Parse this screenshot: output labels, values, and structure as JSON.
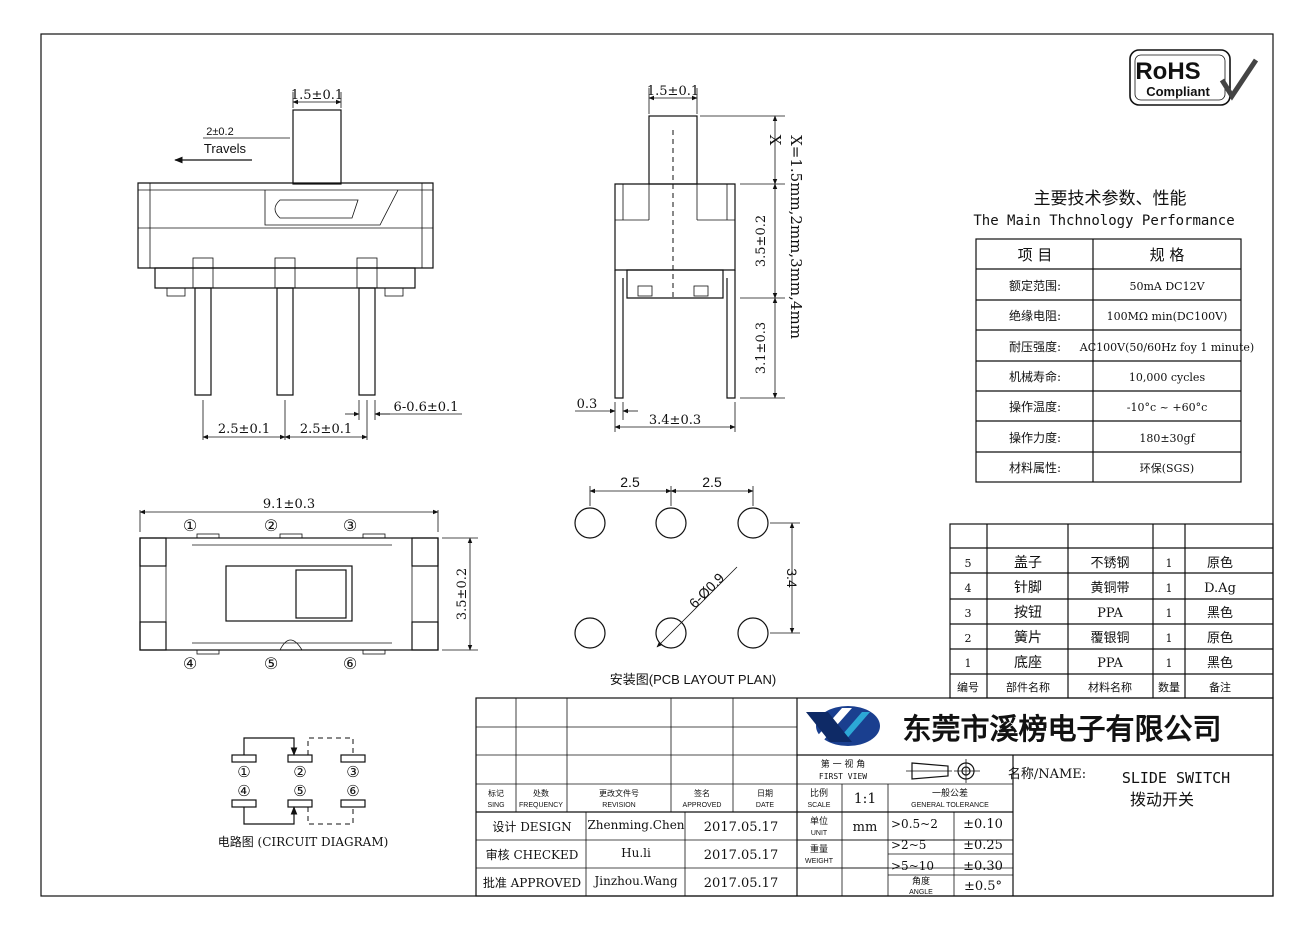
{
  "rohs": {
    "line1": "RoHS",
    "line2": "Compliant"
  },
  "side_view": {
    "top_width": "1.5±0.1",
    "travel_value": "2±0.2",
    "travel_label": "Travels",
    "pitch_left": "2.5±0.1",
    "pitch_right": "2.5±0.1",
    "pin_width": "6-0.6±0.1"
  },
  "end_view": {
    "top_width": "1.5±0.1",
    "x_label": "X",
    "x_values": "X=1.5mm,2mm,3mm,4mm",
    "body_height": "3.5±0.2",
    "pin_height": "3.1±0.3",
    "pin_thickness": "0.3",
    "pin_span": "3.4±0.3"
  },
  "top_view": {
    "width": "9.1±0.3",
    "height": "3.5±0.2",
    "pins_top": [
      "①",
      "②",
      "③"
    ],
    "pins_bottom": [
      "④",
      "⑤",
      "⑥"
    ]
  },
  "pcb": {
    "pitch_1": "2.5",
    "pitch_2": "2.5",
    "row_spacing": "3.4",
    "hole_label": "6-Ø0.9",
    "caption": "安装图(PCB LAYOUT PLAN)"
  },
  "circuit": {
    "top": [
      "①",
      "②",
      "③"
    ],
    "bottom": [
      "④",
      "⑤",
      "⑥"
    ],
    "caption": "电路图 (CIRCUIT DIAGRAM)"
  },
  "performance": {
    "title_cn": "主要技术参数、性能",
    "title_en": "The Main Thchnology Performance",
    "header": [
      "项 目",
      "规 格"
    ],
    "rows": [
      [
        "额定范围:",
        "50mA DC12V"
      ],
      [
        "绝缘电阻:",
        "100MΩ min(DC100V)"
      ],
      [
        "耐压强度:",
        "AC100V(50/60Hz foy 1 minute)"
      ],
      [
        "机械寿命:",
        "10,000 cycles"
      ],
      [
        "操作温度:",
        "-10°c ~ +60°c"
      ],
      [
        "操作力度:",
        "180±30gf"
      ],
      [
        "材料属性:",
        "环保(SGS)"
      ]
    ]
  },
  "bom": {
    "header": [
      "编号",
      "部件名称",
      "材料名称",
      "数量",
      "备注"
    ],
    "rows": [
      [
        "5",
        "盖子",
        "不锈钢",
        "1",
        "原色"
      ],
      [
        "4",
        "针脚",
        "黄铜带",
        "1",
        "D.Ag"
      ],
      [
        "3",
        "按钮",
        "PPA",
        "1",
        "黑色"
      ],
      [
        "2",
        "簧片",
        "覆银铜",
        "1",
        "原色"
      ],
      [
        "1",
        "底座",
        "PPA",
        "1",
        "黑色"
      ]
    ]
  },
  "title_block": {
    "company": "东莞市溪榜电子有限公司",
    "revision_headers": [
      {
        "cn": "标记",
        "en": "SING"
      },
      {
        "cn": "处数",
        "en": "FREQUENCY"
      },
      {
        "cn": "更改文件号",
        "en": "REVISION"
      },
      {
        "cn": "签名",
        "en": "APPROVED"
      },
      {
        "cn": "日期",
        "en": "DATE"
      }
    ],
    "view_cn": "第 一 视 角",
    "view_en": "FIRST VIEW",
    "scale_cn": "比例",
    "scale_en": "SCALE",
    "scale_value": "1:1",
    "tol_cn": "一般公差",
    "tol_en": "GENERAL TOLERANCE",
    "unit_cn": "单位",
    "unit_en": "UNIT",
    "unit_value": "mm",
    "weight_cn": "重量",
    "weight_en": "WEIGHT",
    "angle_cn": "角度",
    "angle_en": "ANGLE",
    "tolerances": [
      {
        "range": ">0.5~2",
        "value": "±0.10"
      },
      {
        "range": ">2~5",
        "value": "±0.25"
      },
      {
        "range": ">5~10",
        "value": "±0.30"
      }
    ],
    "angle_value": "±0.5°",
    "signoff": [
      {
        "role": "设计 DESIGN",
        "name": "Zhenming.Chen",
        "date": "2017.05.17"
      },
      {
        "role": "审核 CHECKED",
        "name": "Hu.li",
        "date": "2017.05.17"
      },
      {
        "role": "批准 APPROVED",
        "name": "Jinzhou.Wang",
        "date": "2017.05.17"
      }
    ],
    "name_label": "名称/NAME:",
    "name_en": "SLIDE SWITCH",
    "name_cn": "拨动开关"
  }
}
